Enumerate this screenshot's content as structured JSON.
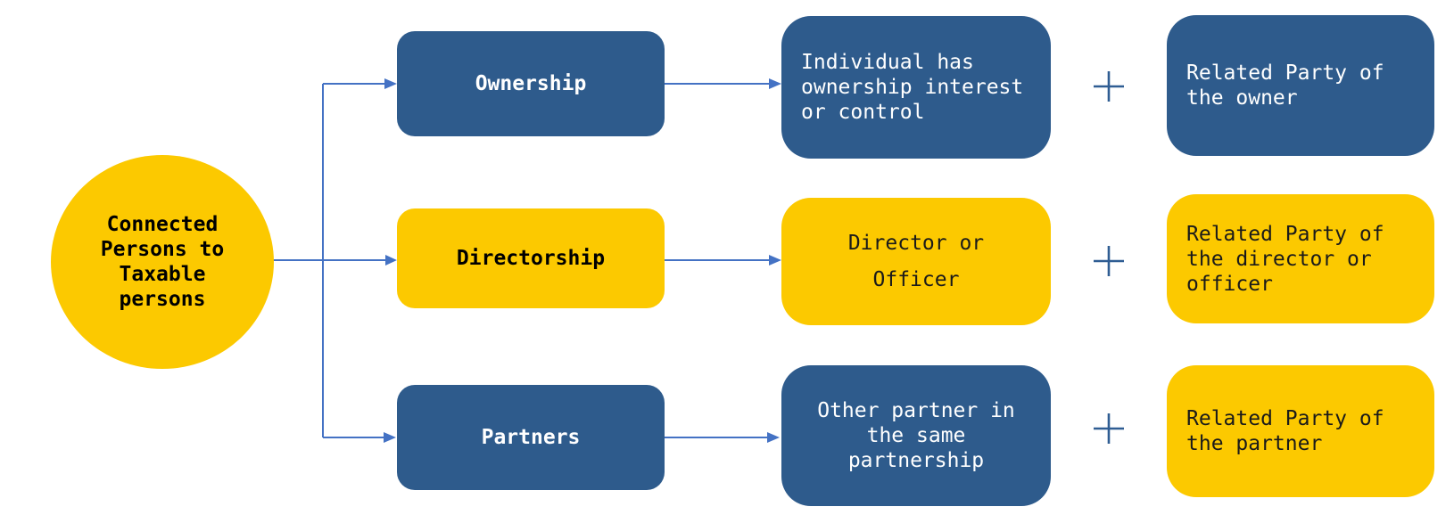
{
  "diagram": {
    "root": {
      "label": "Connected\nPersons to\nTaxable\npersons",
      "shape": "circle",
      "fill": "yellow"
    },
    "rows": [
      {
        "category": {
          "label": "Ownership",
          "fill": "dark-blue"
        },
        "description": {
          "label": "Individual has\nownership interest\nor control",
          "fill": "dark-blue"
        },
        "operator": "+",
        "related": {
          "label": "Related Party of\nthe owner",
          "fill": "dark-blue"
        }
      },
      {
        "category": {
          "label": "Directorship",
          "fill": "yellow"
        },
        "description": {
          "label": "Director or\nOfficer",
          "fill": "yellow"
        },
        "operator": "+",
        "related": {
          "label": "Related Party of\nthe director or\nofficer",
          "fill": "yellow"
        }
      },
      {
        "category": {
          "label": "Partners",
          "fill": "dark-blue"
        },
        "description": {
          "label": "Other partner in\nthe same\npartnership",
          "fill": "dark-blue"
        },
        "operator": "+",
        "related": {
          "label": "Related Party of\nthe partner",
          "fill": "yellow"
        }
      }
    ]
  },
  "icons": {
    "plus": "+"
  },
  "colors": {
    "dark_blue": "#2E5B8C",
    "yellow": "#FCC900",
    "arrow_blue": "#4472C4",
    "plus_blue": "#2F5D93",
    "text_light": "#FFFFFF",
    "text_dark": "#1A1A1A"
  }
}
